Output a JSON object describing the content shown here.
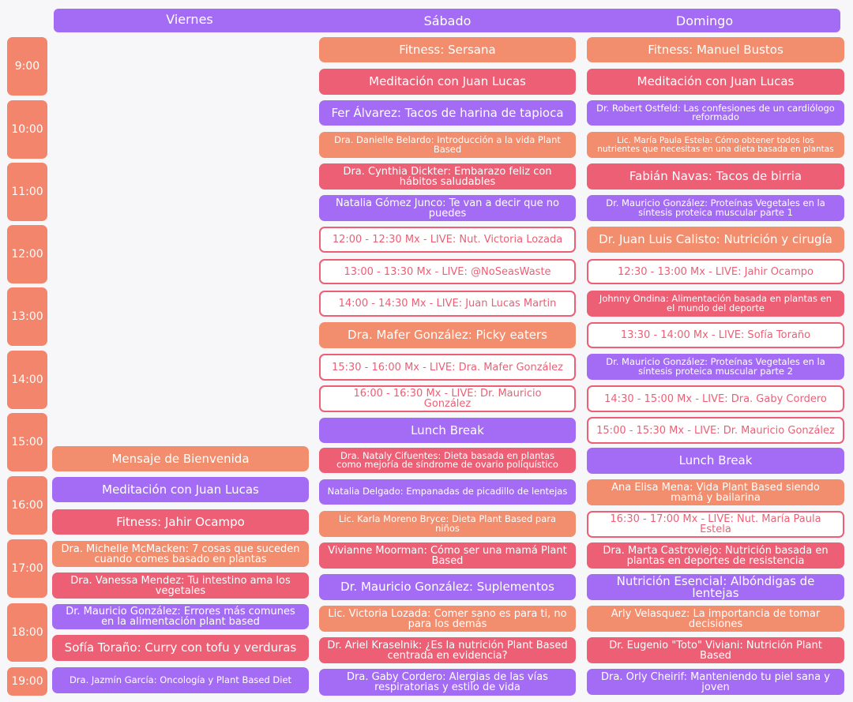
{
  "days": [
    "Viernes",
    "Sábado",
    "Domingo"
  ],
  "times": [
    "9:00",
    "10:00",
    "11:00",
    "12:00",
    "13:00",
    "14:00",
    "15:00",
    "16:00",
    "17:00",
    "18:00",
    "19:00"
  ],
  "viernes": [
    {
      "text": "Mensaje de Bienvenida",
      "color": "orange"
    },
    {
      "text": "Meditación con Juan Lucas",
      "color": "purple"
    },
    {
      "text": "Fitness: Jahir Ocampo",
      "color": "red"
    },
    {
      "text": "Dra. Michelle McMacken: 7 cosas que suceden cuando comes basado en plantas",
      "color": "orange"
    },
    {
      "text": "Dra. Vanessa Mendez: Tu intestino ama los vegetales",
      "color": "red"
    },
    {
      "text": "Dr. Mauricio González: Errores más comunes en la alimentación plant based",
      "color": "purple"
    },
    {
      "text": "Sofía Toraño: Curry con tofu y verduras",
      "color": "red"
    },
    {
      "text": "Dra. Jazmín García: Oncología y Plant Based Diet",
      "color": "purple"
    }
  ],
  "sabado": [
    {
      "text": "Fitness: Sersana",
      "color": "orange"
    },
    {
      "text": "Meditación con Juan Lucas",
      "color": "red"
    },
    {
      "text": "Fer Álvarez: Tacos de harina de tapioca",
      "color": "purple"
    },
    {
      "text": "Dra. Danielle Belardo: Introducción a la vida Plant Based",
      "color": "orange"
    },
    {
      "text": "Dra. Cynthia Dickter: Embarazo feliz con hábitos saludables",
      "color": "red"
    },
    {
      "text": "Natalia Gómez Junco: Te van a decir que no puedes",
      "color": "purple"
    },
    {
      "text": "12:00 - 12:30 Mx - LIVE: Nut. Victoria Lozada",
      "color": "live"
    },
    {
      "text": "13:00 - 13:30 Mx - LIVE: @NoSeasWaste",
      "color": "live"
    },
    {
      "text": "14:00 - 14:30 Mx - LIVE: Juan Lucas Martin",
      "color": "live"
    },
    {
      "text": "Dra. Mafer González: Picky eaters",
      "color": "orange"
    },
    {
      "text": "15:30 - 16:00 Mx - LIVE: Dra. Mafer González",
      "color": "live"
    },
    {
      "text": "16:00 - 16:30 Mx - LIVE: Dr. Mauricio González",
      "color": "live"
    },
    {
      "text": "Lunch Break",
      "color": "purple"
    },
    {
      "text": "Dra. Nataly Cifuentes: Dieta basada en plantas como mejoría de síndrome de ovario poliquístico",
      "color": "red"
    },
    {
      "text": "Natalia Delgado: Empanadas de picadillo de lentejas",
      "color": "purple"
    },
    {
      "text": "Lic. Karla Moreno Bryce: Dieta Plant Based para niños",
      "color": "orange"
    },
    {
      "text": "Vivianne Moorman: Cómo ser una mamá Plant Based",
      "color": "red"
    },
    {
      "text": "Dr. Mauricio González: Suplementos",
      "color": "purple"
    },
    {
      "text": "Lic. Victoria Lozada: Comer sano es para ti, no para los demás",
      "color": "orange"
    },
    {
      "text": "Dr. Ariel Kraselnik: ¿Es la nutrición Plant Based centrada en evidencia?",
      "color": "red"
    },
    {
      "text": "Dra. Gaby Cordero: Alergias de las vías respiratorias y estilo de vida",
      "color": "purple"
    }
  ],
  "domingo": [
    {
      "text": "Fitness: Manuel Bustos",
      "color": "orange"
    },
    {
      "text": "Meditación con Juan Lucas",
      "color": "red"
    },
    {
      "text": "Dr. Robert Ostfeld: Las confesiones de un cardiólogo reformado",
      "color": "purple"
    },
    {
      "text": "Lic. María Paula Estela: Cómo obtener todos los nutrientes que necesitas en una dieta basada en plantas",
      "color": "orange"
    },
    {
      "text": "Fabián Navas: Tacos de birria",
      "color": "red"
    },
    {
      "text": "Dr. Mauricio González: Proteínas Vegetales en la síntesis proteica muscular parte 1",
      "color": "purple"
    },
    {
      "text": "Dr. Juan Luis Calisto: Nutrición y cirugía",
      "color": "orange"
    },
    {
      "text": "12:30 - 13:00 Mx - LIVE: Jahir Ocampo",
      "color": "live"
    },
    {
      "text": "Johnny Ondina: Alimentación basada en plantas en el mundo del deporte",
      "color": "red"
    },
    {
      "text": "13:30 - 14:00 Mx - LIVE: Sofía Toraño",
      "color": "live"
    },
    {
      "text": "Dr. Mauricio González: Proteínas Vegetales en la síntesis proteica muscular parte 2",
      "color": "purple"
    },
    {
      "text": "14:30 - 15:00 Mx - LIVE: Dra. Gaby Cordero",
      "color": "live"
    },
    {
      "text": "15:00 - 15:30 Mx - LIVE: Dr. Mauricio González",
      "color": "live"
    },
    {
      "text": "Lunch Break",
      "color": "purple"
    },
    {
      "text": "Ana Elisa Mena: Vida Plant Based siendo mamá y bailarina",
      "color": "orange"
    },
    {
      "text": "16:30 - 17:00 Mx - LIVE: Nut. María Paula Estela",
      "color": "live"
    },
    {
      "text": "Dra. Marta Castroviejo: Nutrición basada en plantas en deportes de resistencia",
      "color": "red"
    },
    {
      "text": "Nutrición Esencial: Albóndigas de lentejas",
      "color": "purple"
    },
    {
      "text": "Arly Velasquez:  La importancia de tomar decisiones",
      "color": "orange"
    },
    {
      "text": "Dr. Eugenio \"Toto\" Viviani: Nutrición Plant Based",
      "color": "red"
    },
    {
      "text": "Dra. Orly Cheirif: Manteniendo tu piel sana y joven",
      "color": "purple"
    }
  ]
}
